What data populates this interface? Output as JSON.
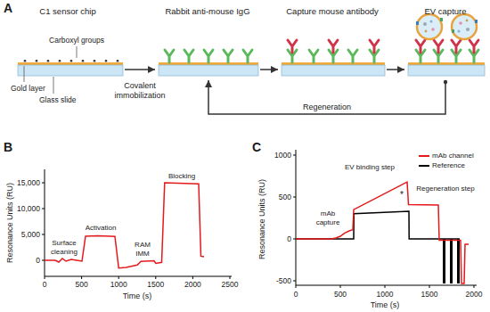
{
  "diagram": {
    "nodes": [
      {
        "text": [
          "C1 sensor chip"
        ]
      },
      {
        "text": [
          "Rabbit anti-mouse IgG"
        ]
      },
      {
        "text": [
          "Capture mouse antibody"
        ]
      },
      {
        "text": [
          "EV capture"
        ]
      }
    ],
    "edges": [
      {
        "from": 0,
        "to": 1,
        "arrow": "to",
        "label": "Covalent immobilization"
      },
      {
        "from": 1,
        "to": 2,
        "arrow": "to"
      },
      {
        "from": 2,
        "to": 3,
        "arrow": "to"
      },
      {
        "from": 3,
        "to": 1,
        "arrow": "to",
        "label": "Regeneration"
      }
    ],
    "labels": [
      "A",
      "Carboxyl groups",
      "Gold layer",
      "Glass slide",
      "B",
      "Surface cleaning",
      "Activation",
      "RAM IMM",
      "Blocking",
      "Resonance Units (RU)",
      "Time (s)",
      "0",
      "5,000",
      "10,000",
      "15,000",
      "0",
      "500",
      "1000",
      "1500",
      "2000",
      "2500",
      "C",
      "mAb capture",
      "EV binding step",
      "*",
      "Regeneration step",
      "Resonance Units (RU)",
      "Time (s)",
      "-500",
      "0",
      "500",
      "1000",
      "0",
      "500",
      "1000",
      "1500",
      "2000"
    ],
    "legend": [
      {
        "text": "mAb channel"
      },
      {
        "text": "Reference"
      }
    ]
  }
}
